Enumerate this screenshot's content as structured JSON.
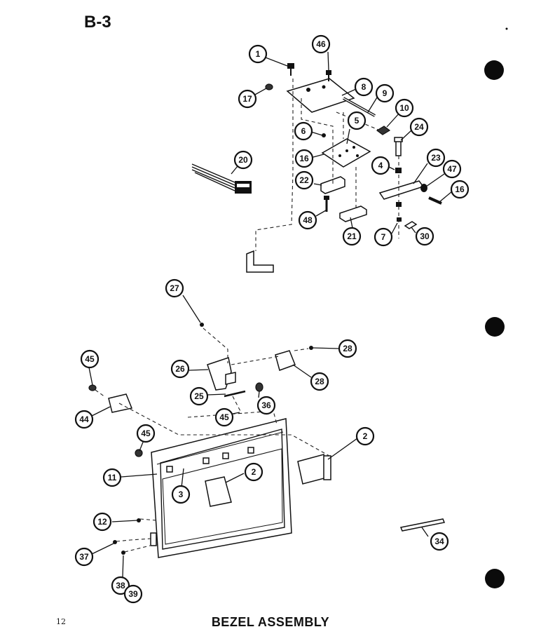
{
  "page_code": "B-3",
  "page_number": "12",
  "title": "BEZEL ASSEMBLY",
  "callouts": [
    {
      "label": "1"
    },
    {
      "label": "46"
    },
    {
      "label": "17"
    },
    {
      "label": "8"
    },
    {
      "label": "9"
    },
    {
      "label": "10"
    },
    {
      "label": "6"
    },
    {
      "label": "5"
    },
    {
      "label": "24"
    },
    {
      "label": "20"
    },
    {
      "label": "16"
    },
    {
      "label": "4"
    },
    {
      "label": "23"
    },
    {
      "label": "47"
    },
    {
      "label": "16"
    },
    {
      "label": "22"
    },
    {
      "label": "48"
    },
    {
      "label": "21"
    },
    {
      "label": "7"
    },
    {
      "label": "30"
    },
    {
      "label": "27"
    },
    {
      "label": "28"
    },
    {
      "label": "26"
    },
    {
      "label": "28"
    },
    {
      "label": "45"
    },
    {
      "label": "25"
    },
    {
      "label": "36"
    },
    {
      "label": "44"
    },
    {
      "label": "45"
    },
    {
      "label": "45"
    },
    {
      "label": "2"
    },
    {
      "label": "11"
    },
    {
      "label": "2"
    },
    {
      "label": "3"
    },
    {
      "label": "12"
    },
    {
      "label": "34"
    },
    {
      "label": "37"
    },
    {
      "label": "38"
    },
    {
      "label": "39"
    }
  ]
}
